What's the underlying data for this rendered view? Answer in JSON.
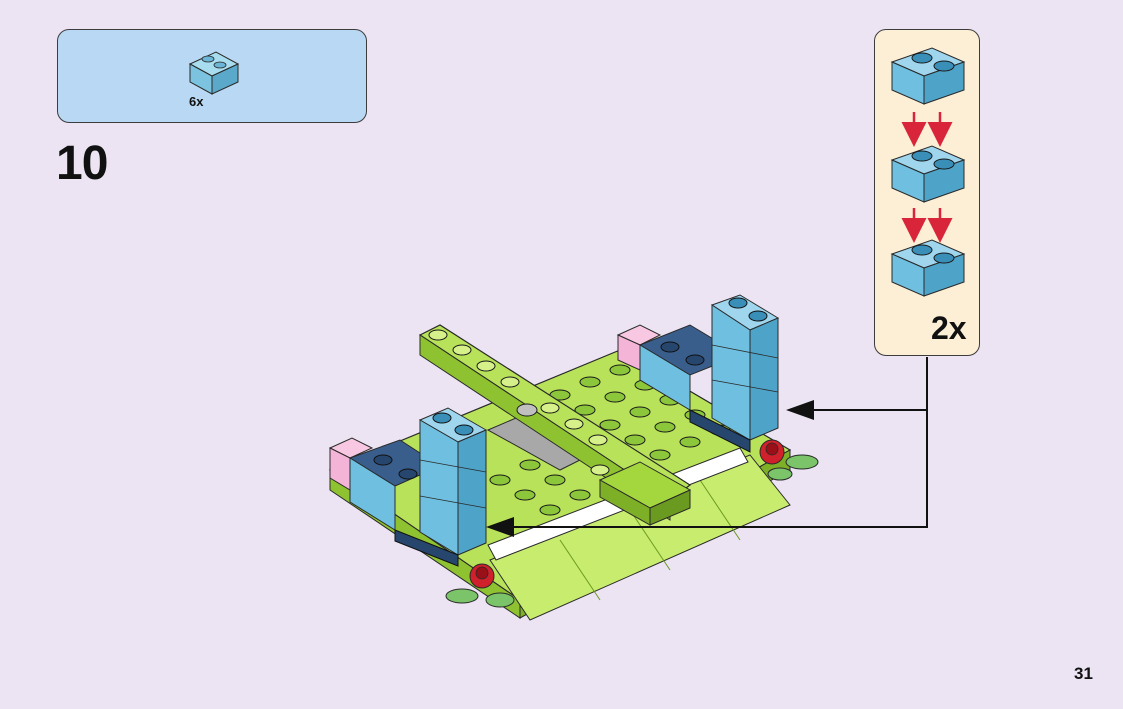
{
  "parts_callout": {
    "count_label": "6x"
  },
  "step": {
    "number": "10"
  },
  "subassembly": {
    "multiplier": "2x"
  },
  "page": {
    "number": "31"
  },
  "colors": {
    "page_background": "#ece4f3",
    "parts_box": "#b9d8f3",
    "subassembly_box": "#fcefd6",
    "medium_azure": "#6fc0e0",
    "lime": "#a4d63e",
    "dark_blue": "#26466e",
    "pink": "#f4b4d8",
    "red_arrow": "#d9253a"
  }
}
